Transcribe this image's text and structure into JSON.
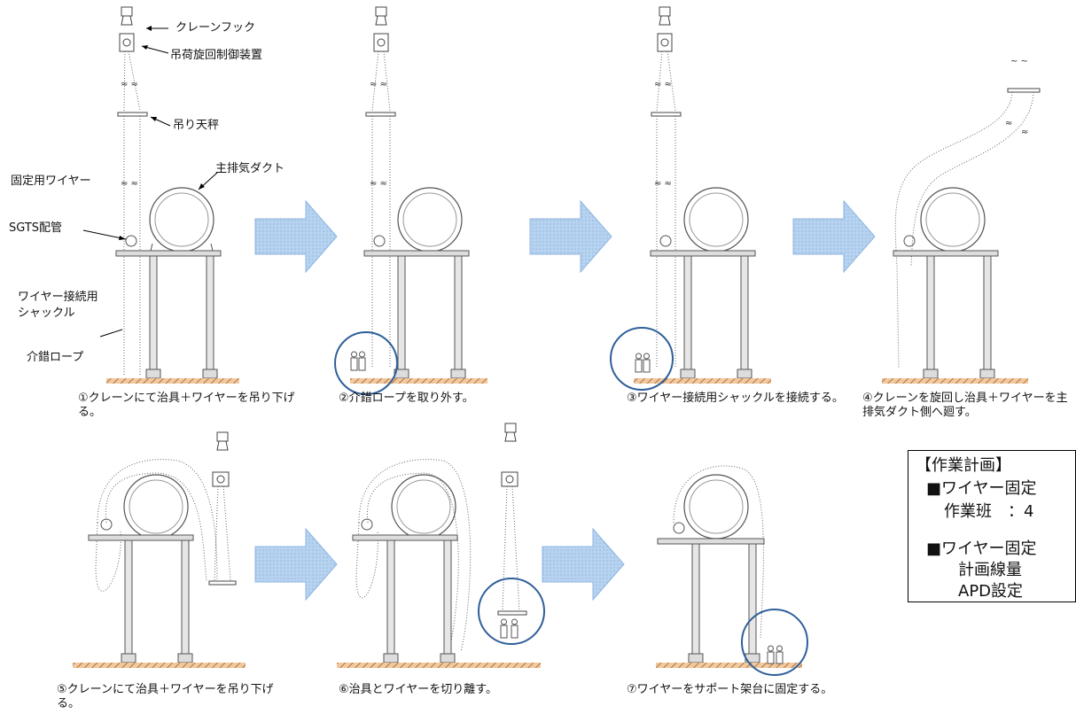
{
  "labels": {
    "crane_hook": "クレーンフック",
    "rotation_device": "吊荷旋回制御装置",
    "lifting_beam": "吊り天秤",
    "fixing_wire": "固定用ワイヤー",
    "main_duct": "主排気ダクト",
    "sgts_pipe": "SGTS配管",
    "shackle_line1": "ワイヤー接続用",
    "shackle_line2": "シャックル",
    "guide_rope": "介錯ロープ"
  },
  "captions": {
    "step1": "①クレーンにて治具＋ワイヤーを吊り下げる。",
    "step2": "②介錯ロープを取り外す。",
    "step3": "③ワイヤー接続用シャックルを接続する。",
    "step4": "④クレーンを旋回し治具＋ワイヤーを主排気ダクト側へ廻す。",
    "step5": "⑤クレーンにて治具＋ワイヤーを吊り下げる。",
    "step6": "⑥治具とワイヤーを切り離す。",
    "step7": "⑦ワイヤーをサポート架台に固定する。"
  },
  "plan": {
    "title": "【作業計画】",
    "line1": "■ワイヤー固定",
    "line2": "作業班　：4",
    "line3": "■ワイヤー固定",
    "line4": "計画線量",
    "line5": "APD設定"
  },
  "colors": {
    "arrow_fill": "#a9c9ec",
    "circle": "#2f5f99",
    "ground": "#c98a54"
  }
}
